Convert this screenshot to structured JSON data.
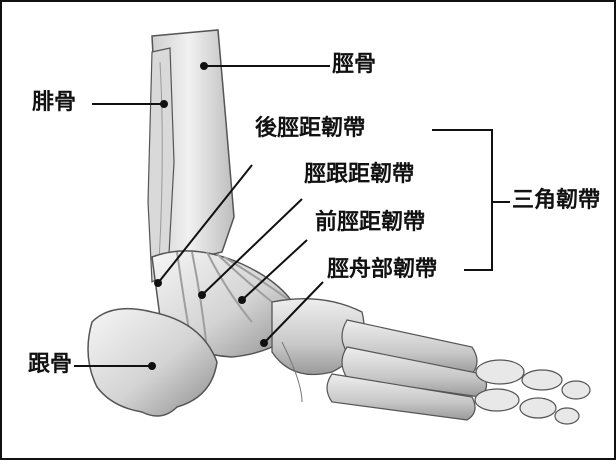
{
  "labels": {
    "tibia": "脛骨",
    "fibula": "腓骨",
    "posterior_tibiotalar": "後脛距韌帶",
    "tibiocalcaneal": "脛跟距韌帶",
    "anterior_tibiotalar": "前脛距韌帶",
    "tibionavicular": "脛舟部韌帶",
    "deltoid": "三角韌帶",
    "calcaneus": "跟骨"
  },
  "colors": {
    "border": "#111111",
    "bone_light": "#efefef",
    "bone_mid": "#cfcfcf",
    "bone_dark": "#8f8f8f",
    "ligament": "#bdbdbd",
    "leader_line": "#111111"
  }
}
